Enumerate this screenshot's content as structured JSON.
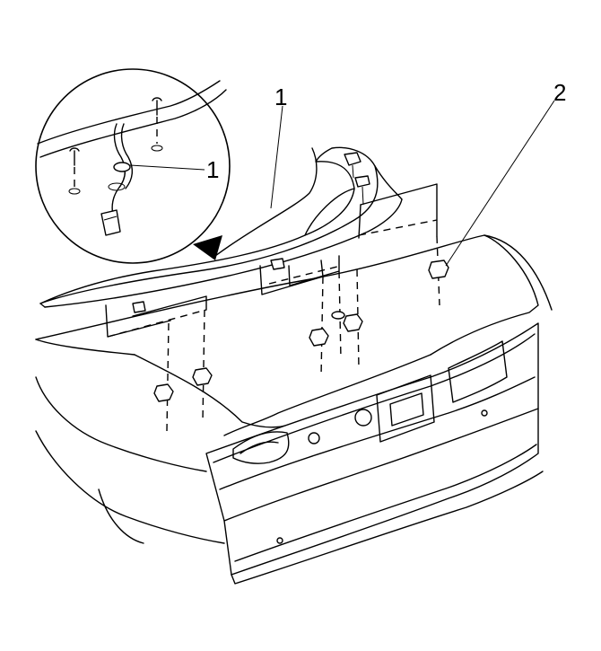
{
  "callouts": {
    "spoiler": "1",
    "detail_connector": "1",
    "nut": "2"
  }
}
